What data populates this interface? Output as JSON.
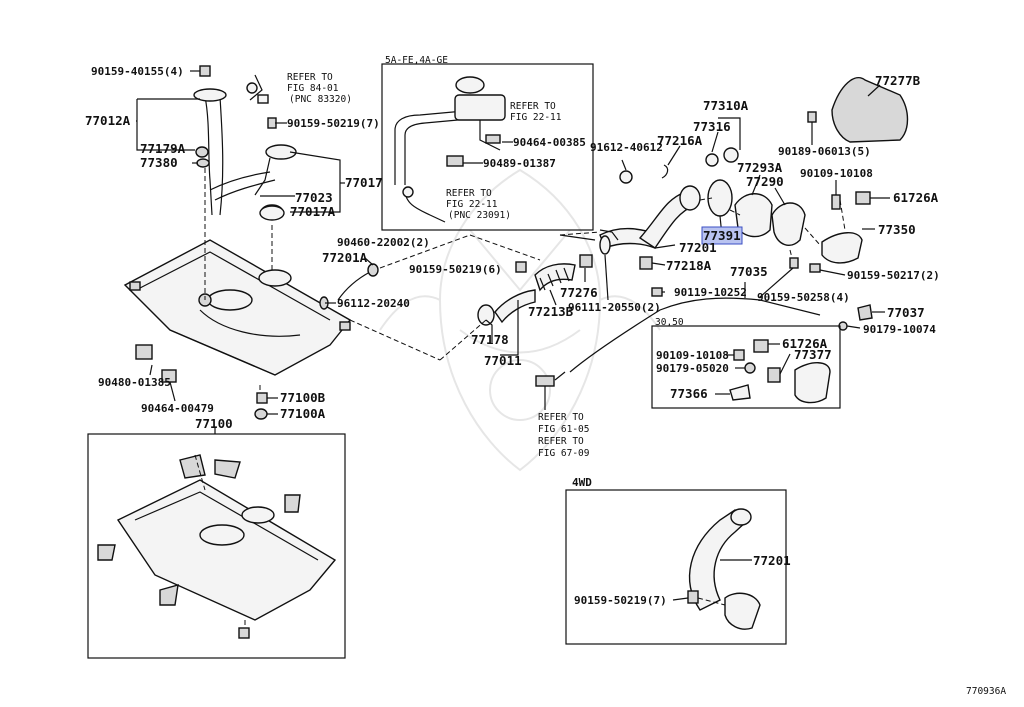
{
  "diagram_id": "770936A",
  "section_notes": {
    "engine_variant": "5A-FE,4A-GE",
    "four_wd": "4WD",
    "year_range": "30,50"
  },
  "labels": {
    "p90159_40155": "90159-40155(4)",
    "ref_84": "REFER TO",
    "ref_84_fig": "FIG 84-01",
    "ref_84_pnc": "(PNC 83320)",
    "p77012A": "77012A",
    "p90159_50219_7_top": "90159-50219(7)",
    "p77179A": "77179A",
    "p77380": "77380",
    "p77017": "77017",
    "p77023": "77023",
    "p77017A": "77017A",
    "ref_2211a": "REFER TO",
    "ref_2211a_fig": "FIG 22-11",
    "p90464_00385": "90464-00385",
    "p90489_01387": "90489-01387",
    "ref_2211b": "REFER TO",
    "ref_2211b_fig": "FIG 22-11",
    "ref_2211b_pnc": "(PNC 23091)",
    "p90460_22002": "90460-22002(2)",
    "p77201A": "77201A",
    "p96112_20240": "96112-20240",
    "p90480_01385": "90480-01385",
    "p90464_00479": "90464-00479",
    "p77100B": "77100B",
    "p77100A": "77100A",
    "p77100": "77100",
    "p77310A": "77310A",
    "p77316": "77316",
    "p77216A": "77216A",
    "p91612_40612": "91612-40612",
    "p77293A": "77293A",
    "p77290": "77290",
    "p77391": "77391",
    "p77201_main": "77201",
    "p90159_50219_6": "90159-50219(6)",
    "p77218A": "77218A",
    "p77276": "77276",
    "p96111_20550": "96111-20550(2)",
    "p77213B": "77213B",
    "p77178": "77178",
    "p77011": "77011",
    "p77035": "77035",
    "p90119_10252": "90119-10252",
    "p90159_50258": "90159-50258(4)",
    "p77277B": "77277B",
    "p90189_06013": "90189-06013(5)",
    "p90109_10108_top": "90109-10108",
    "p61726A_top": "61726A",
    "p77350": "77350",
    "p90159_50217": "90159-50217(2)",
    "p77037": "77037",
    "p90179_10074": "90179-10074",
    "p61726A_box": "61726A",
    "p90109_10108_box": "90109-10108",
    "p77377": "77377",
    "p90179_05020": "90179-05020",
    "p77366": "77366",
    "ref_6105": "REFER TO",
    "ref_6105_fig": "FIG 61-05",
    "ref_6709": "REFER TO",
    "ref_6709_fig": "FIG 67-09",
    "p77201_4wd": "77201",
    "p90159_50219_7_4wd": "90159-50219(7)"
  }
}
